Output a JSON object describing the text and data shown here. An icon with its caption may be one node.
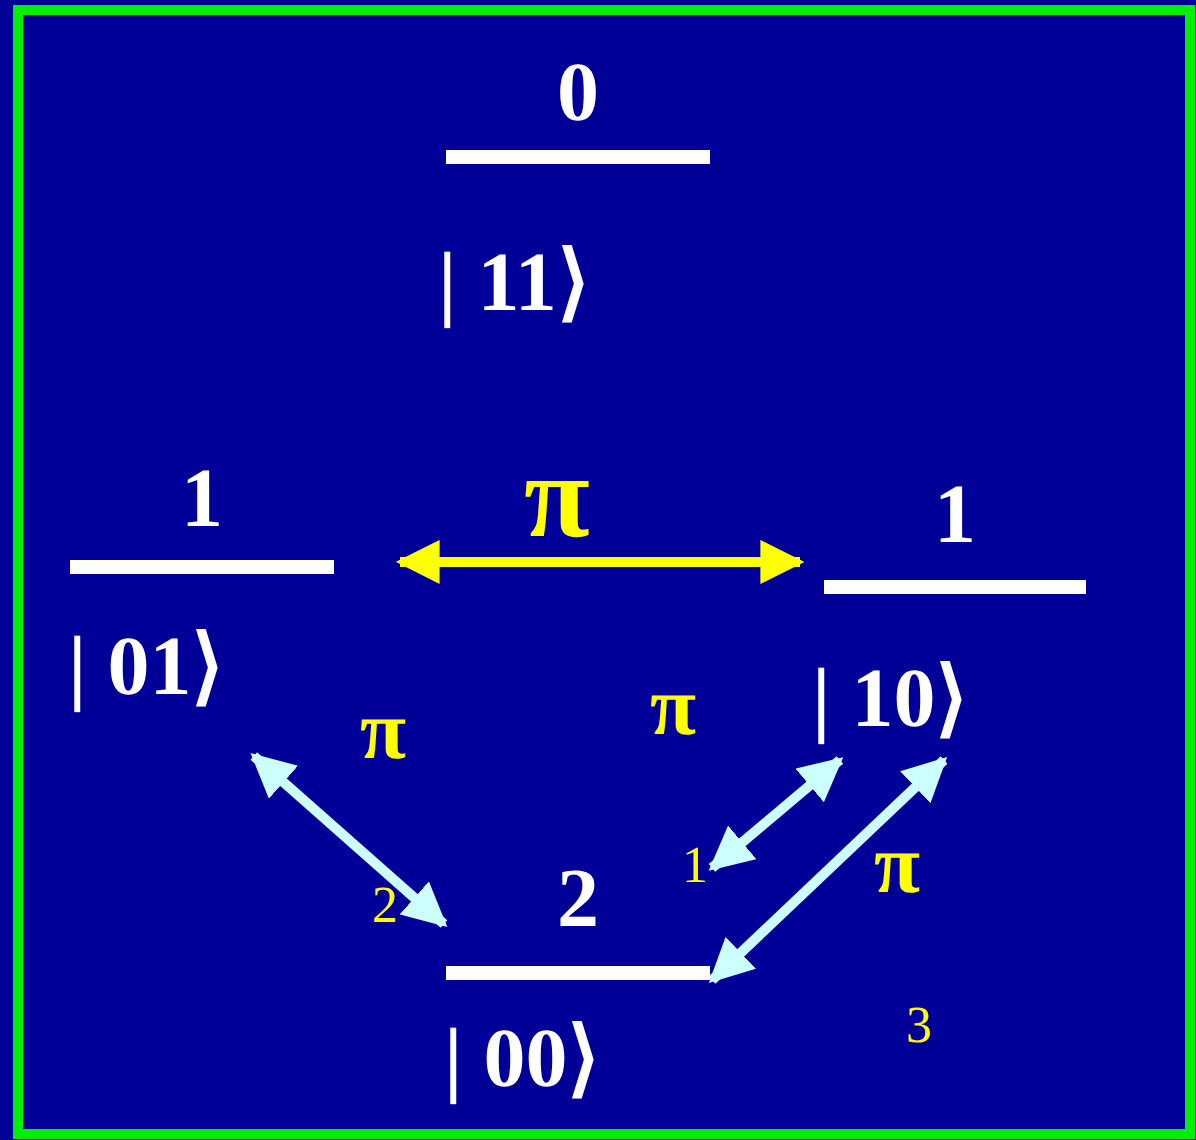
{
  "diagram": {
    "nodes": [
      {
        "text": [
          "0",
          "| 11⟩"
        ]
      },
      {
        "text": [
          "1",
          "| 01⟩"
        ]
      },
      {
        "text": [
          "1",
          "| 10⟩"
        ]
      },
      {
        "text": [
          "2",
          "| 00⟩"
        ]
      }
    ],
    "edges": [
      {
        "from": 1,
        "to": 2,
        "arrow": "both",
        "label": "π",
        "color": "#ffff00"
      },
      {
        "from": 1,
        "to": 3,
        "arrow": "both"
      },
      {
        "from": 2,
        "to": 3,
        "arrow": "both"
      },
      {
        "from": 3,
        "to": 2,
        "arrow": "both"
      }
    ],
    "labels": [
      "π",
      "π",
      "1",
      "π",
      "2",
      "3"
    ]
  }
}
